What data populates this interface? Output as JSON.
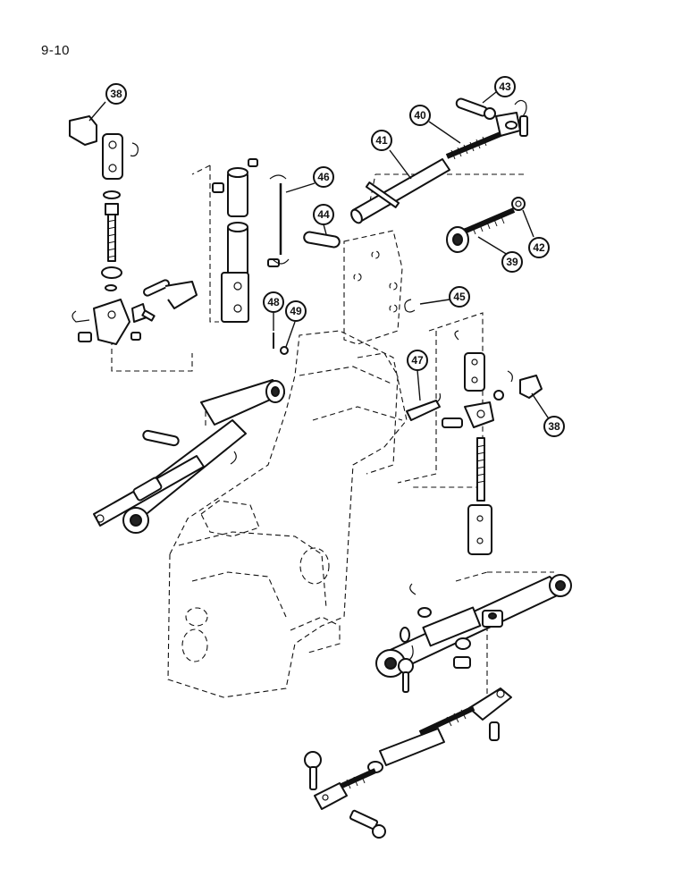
{
  "page": {
    "number": "9-10"
  },
  "callouts": [
    {
      "label": "38"
    },
    {
      "label": "43"
    },
    {
      "label": "40"
    },
    {
      "label": "41"
    },
    {
      "label": "46"
    },
    {
      "label": "44"
    },
    {
      "label": "42"
    },
    {
      "label": "39"
    },
    {
      "label": "45"
    },
    {
      "label": "48"
    },
    {
      "label": "49"
    },
    {
      "label": "47"
    },
    {
      "label": "38"
    }
  ]
}
